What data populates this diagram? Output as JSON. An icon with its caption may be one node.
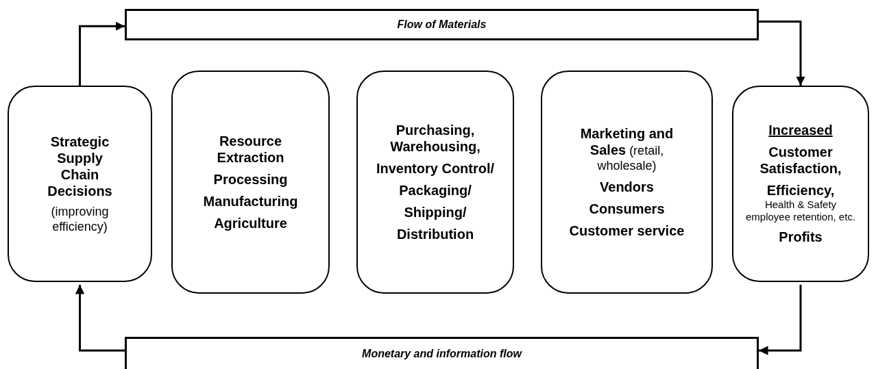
{
  "diagram": {
    "nodes": [
      {
        "text": [
          "Flow of Materials"
        ]
      },
      {
        "text": [
          "Strategic Supply Chain Decisions",
          "(improving efficiency)"
        ]
      },
      {
        "text": [
          "Resource Extraction",
          "Processing",
          "Manufacturing",
          "Agriculture"
        ]
      },
      {
        "text": [
          "Purchasing, Warehousing,",
          "Inventory Control/",
          "Packaging/",
          "Shipping/",
          "Distribution"
        ]
      },
      {
        "text": [
          "**Marketing and Sales** (retail, wholesale)",
          "Vendors",
          "Consumers",
          "Customer service"
        ]
      },
      {
        "text": [
          "Increased",
          "Customer Satisfaction,",
          "**Efficiency,** Health & Safety employee retention, etc.",
          "Profits"
        ]
      },
      {
        "text": [
          "Monetary and information flow"
        ]
      }
    ],
    "edges": [
      {
        "from": 1,
        "to": 0,
        "arrow": "to"
      },
      {
        "from": 0,
        "to": 5,
        "arrow": "to"
      },
      {
        "from": 5,
        "to": 6,
        "arrow": "to"
      },
      {
        "from": 6,
        "to": 1,
        "arrow": "to"
      }
    ]
  }
}
